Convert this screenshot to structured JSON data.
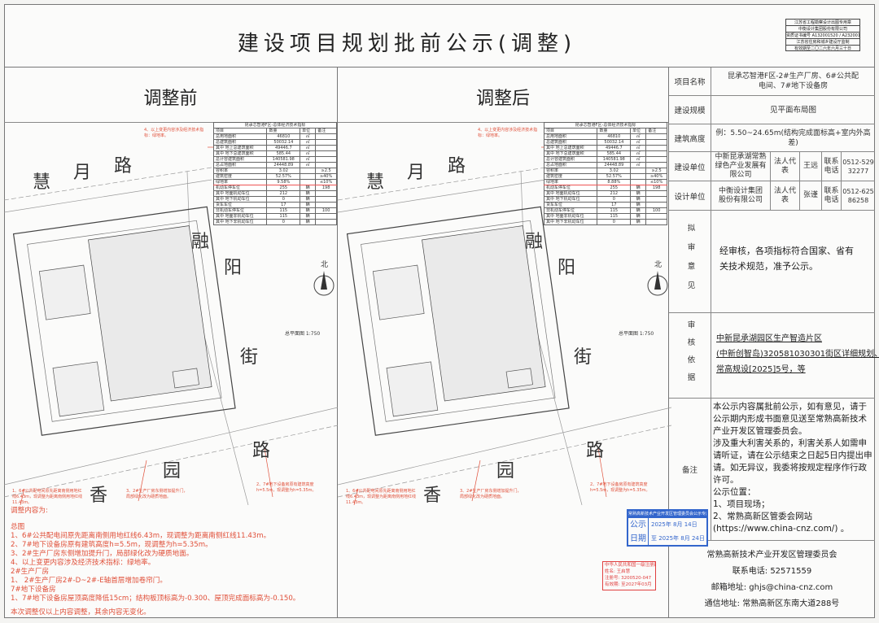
{
  "title": "建设项目规划批前公示(调整)",
  "qualification_stamp": [
    "江苏省工程勘察设计出图专用章",
    "中衡设计集团股份有限公司",
    "资质证书编号 A132001520 / A232001520",
    "江苏省住房和城乡建设厅监制",
    "有效期至二〇二六年六月三十日"
  ],
  "colors": {
    "annotation_red": "#e0503a",
    "stamp_blue": "#3366cc",
    "line": "#888888"
  },
  "before": {
    "label": "调整前",
    "table": {
      "title": "昆承芯智港F区-总体经济技术指标",
      "header": [
        "项目",
        "数量",
        "单位",
        "备注"
      ],
      "rows": [
        [
          "总用地面积",
          "46810",
          "㎡",
          ""
        ],
        [
          "总建筑面积",
          "50032.14",
          "㎡",
          ""
        ],
        [
          "其中 地上总建筑面积",
          "49446.7",
          "㎡",
          ""
        ],
        [
          "其中 地下总建筑面积",
          "585.44",
          "㎡",
          ""
        ],
        [
          "总计容建筑面积",
          "140581.98",
          "㎡",
          ""
        ],
        [
          "总占地面积",
          "24448.89",
          "㎡",
          ""
        ],
        [
          "容积率",
          "3.02",
          "",
          "≥2.5"
        ],
        [
          "建筑密度",
          "52.57%",
          "",
          "≥40%"
        ],
        [
          "绿地率",
          "9.58%",
          "",
          "≤10%"
        ],
        [
          "机动车停车位",
          "255",
          "辆",
          "198"
        ],
        [
          "其中 地面机动车位",
          "212",
          "辆",
          ""
        ],
        [
          "其中 地下机动车位",
          "0",
          "辆",
          ""
        ],
        [
          "货车车位",
          "17",
          "辆",
          ""
        ],
        [
          "非机动车停车位",
          "115",
          "辆",
          "100"
        ],
        [
          "其中 地面非机动车位",
          "115",
          "辆",
          ""
        ],
        [
          "其中 地下非机动车位",
          "0",
          "辆",
          ""
        ]
      ]
    }
  },
  "after": {
    "label": "调整后",
    "table": {
      "title": "昆承芯智港F区-总体经济技术指标",
      "header": [
        "项目",
        "数量",
        "单位",
        "备注"
      ],
      "rows": [
        [
          "总用地面积",
          "46810",
          "㎡",
          ""
        ],
        [
          "总建筑面积",
          "50032.14",
          "㎡",
          ""
        ],
        [
          "其中 地上总建筑面积",
          "49446.7",
          "㎡",
          ""
        ],
        [
          "其中 地下总建筑面积",
          "585.44",
          "㎡",
          ""
        ],
        [
          "总计容建筑面积",
          "140581.98",
          "㎡",
          ""
        ],
        [
          "总占地面积",
          "24448.89",
          "㎡",
          ""
        ],
        [
          "容积率",
          "3.02",
          "",
          "≥2.5"
        ],
        [
          "建筑密度",
          "52.57%",
          "",
          "≥40%"
        ],
        [
          "绿地率",
          "8.88%",
          "",
          "≤10%"
        ],
        [
          "机动车停车位",
          "255",
          "辆",
          "198"
        ],
        [
          "其中 地面机动车位",
          "212",
          "辆",
          ""
        ],
        [
          "其中 地下机动车位",
          "0",
          "辆",
          ""
        ],
        [
          "货车车位",
          "17",
          "辆",
          ""
        ],
        [
          "非机动车停车位",
          "115",
          "辆",
          "100"
        ],
        [
          "其中 地面非机动车位",
          "115",
          "辆",
          ""
        ],
        [
          "其中 地下非机动车位",
          "0",
          "辆",
          ""
        ]
      ]
    }
  },
  "plan": {
    "roads": {
      "north": [
        "慧",
        "月",
        "路"
      ],
      "east": [
        "融",
        "阳",
        "街"
      ],
      "south": [
        "香",
        "园",
        "路"
      ]
    },
    "north_label": "北",
    "scale": "总平面图 1:750",
    "annotations": [
      "4、以上变更内容涉及经济技术指标：绿地率。",
      "1、6#公共配电间原先距离南侧用地红线6.43m，现调整为距离南侧用地红线11.43m。",
      "3、2#生产厂房东侧增加提升门，局部绿化改为硬质地面。",
      "2、7#地下设备房原有建筑高度h=5.5m，现调整为h=5.35m。"
    ]
  },
  "notes": {
    "heading": "调整内容为:",
    "sections": [
      {
        "title": "总图",
        "items": [
          "1、6#公共配电间原先距离南侧用地红线6.43m，现调整为距离南侧红线11.43m。",
          "2、7#地下设备房原有建筑高度h=5.5m，现调整为h=5.35m。",
          "3、2#生产厂房东侧增加提升门，局部绿化改为硬质地面。",
          "4、以上变更内容涉及经济技术指标：绿地率。"
        ]
      },
      {
        "title": "2#生产厂房",
        "items": [
          "1、 2#生产厂房2#-D~2#-E轴首层增加卷帘门。"
        ]
      },
      {
        "title": "7#地下设备房",
        "items": [
          "1、7#地下设备房屋顶高度降低15cm；结构板顶标高为-0.300、屋顶完成面标高为-0.150。"
        ]
      }
    ],
    "footer": "本次调整仅以上内容调整，其余内容无变化。"
  },
  "info": {
    "project_name_label": "项目名称",
    "project_name": "昆承芯智港F区-2#生产厂房、6#公共配电间、7#地下设备房",
    "scale_label": "建设规模",
    "scale_value": "见平面布局图",
    "height_label": "建筑高度",
    "height_value": "例：5.50~24.65m(结构完成面标高+室内外高差)",
    "builder_label": "建设单位",
    "builder": "中新昆承湖常熟绿色产业发展有限公司",
    "legal_rep_label": "法人代表",
    "builder_rep": "王远",
    "phone_label": "联系电话",
    "builder_phone": "0512-52932277",
    "designer_label": "设计单位",
    "designer": "中衡设计集团股份有限公司",
    "designer_rep": "张谨",
    "designer_phone": "0512-62586258",
    "opinion_label": "拟审意见",
    "opinion": "经审核，各项指标符合国家、省有关技术规范，准予公示。",
    "basis_label": "审核依据",
    "basis": [
      "中新昆承湖园区生产智造片区",
      "(中新创智岛)320581030301街区详细规划、",
      "常高规设[2025]5号，等"
    ],
    "remarks_label": "备注",
    "remarks": [
      "本公示内容属批前公示，如有意见，请于公示期内形成书面意见送至常熟高新技术产业开发区管理委员会。",
      "涉及重大利害关系的，利害关系人如需申请听证，请在公示结束之日起5日内提出申请。如无异议，我委将按规定程序作行政许可。",
      "公示位置：",
      "1、项目现场；",
      "2、常熟高新区管委会网站",
      "(https://www.china-cnz.com/) 。"
    ]
  },
  "footer": {
    "org": "常熟高新技术产业开发区管理委员会",
    "phone": "联系电话: 52571559",
    "email": "邮箱地址: ghjs@china-cnz.com",
    "address": "通信地址: 常熟高新区东南大道288号"
  },
  "publication_stamp": {
    "header": "常熟高新技术产业开发区管理委员会公示专用章",
    "label1": "公示",
    "label2": "日期",
    "from": "2025年 8月 14日",
    "to": "至 2025年 8月 24日"
  },
  "registration_stamp": [
    "中华人民共和国一级注册建筑师",
    "姓名: 王启慧",
    "注册号: 3200520-047",
    "有效期: 至2027年03月"
  ]
}
